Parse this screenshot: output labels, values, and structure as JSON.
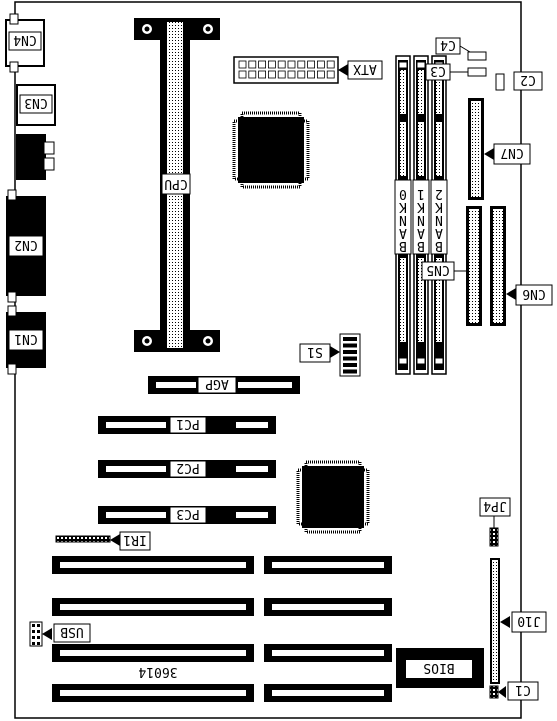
{
  "connectors": {
    "cn4": "CN4",
    "cn3": "CN3",
    "cn2": "CN2",
    "cn1": "CN1",
    "cpu": "CPU",
    "atx": "ATX",
    "c4": "C4",
    "c3": "C3",
    "c2": "C2",
    "cn7": "CN7",
    "cn5": "CN5",
    "cn6": "CN6",
    "s1": "S1",
    "agp": "AGP",
    "pc1": "PC1",
    "pc2": "PC2",
    "pc3": "PC3",
    "ir1": "IR1",
    "usb": "USB",
    "jp4": "JP4",
    "j10": "J10",
    "c1": "C1",
    "bios": "BIOS"
  },
  "memory_banks": [
    "BANK0",
    "BANK1",
    "BANK2"
  ],
  "board_id": "36014"
}
